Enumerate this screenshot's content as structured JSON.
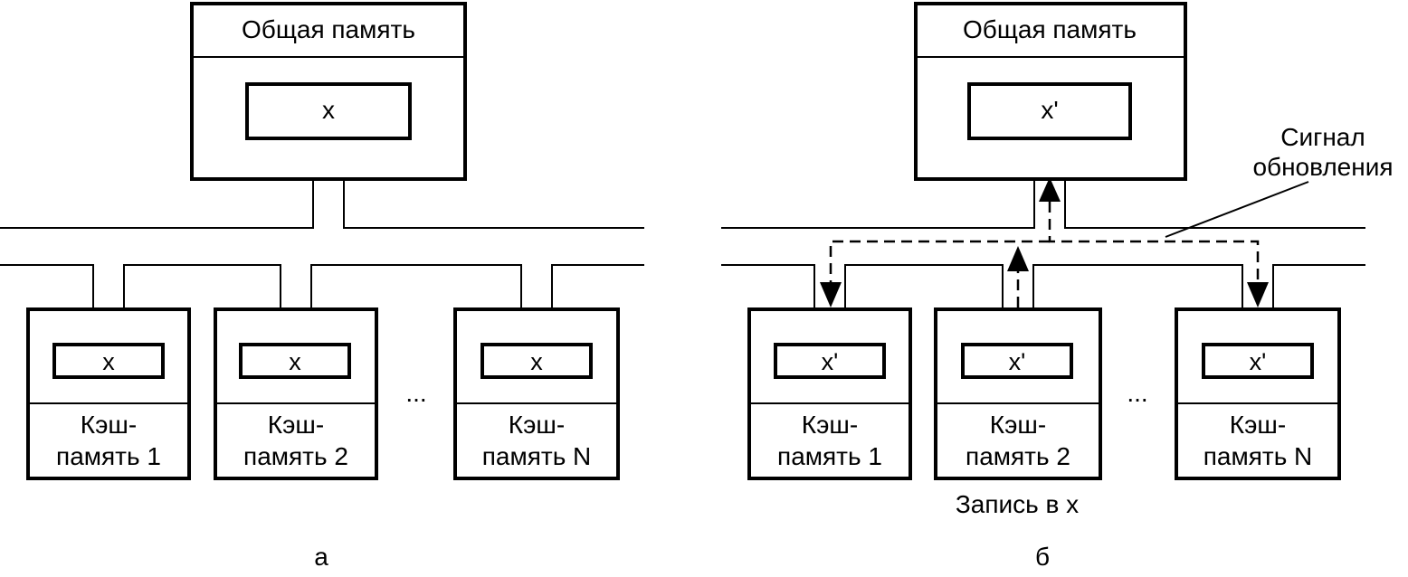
{
  "panel_a": {
    "memory": {
      "title": "Общая память",
      "cell": "x"
    },
    "caches": [
      {
        "cell": "x",
        "line1": "Кэш-",
        "line2": "память 1"
      },
      {
        "cell": "x",
        "line1": "Кэш-",
        "line2": "память 2"
      },
      {
        "cell": "x",
        "line1": "Кэш-",
        "line2": "память N"
      }
    ],
    "ellipsis": "...",
    "caption": "а"
  },
  "panel_b": {
    "memory": {
      "title": "Общая память",
      "cell": "x'"
    },
    "caches": [
      {
        "cell": "x'",
        "line1": "Кэш-",
        "line2": "память 1"
      },
      {
        "cell": "x'",
        "line1": "Кэш-",
        "line2": "память 2"
      },
      {
        "cell": "x'",
        "line1": "Кэш-",
        "line2": "память N"
      }
    ],
    "ellipsis": "...",
    "signal_label_line1": "Сигнал",
    "signal_label_line2": "обновления",
    "write_label": "Запись в x",
    "caption": "б"
  }
}
